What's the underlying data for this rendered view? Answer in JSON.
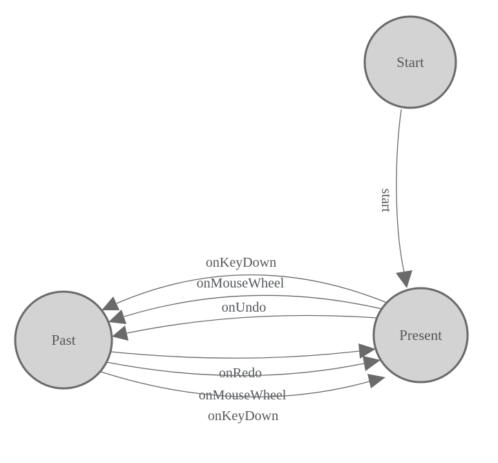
{
  "diagram": {
    "type": "state-machine",
    "background": "#ffffff",
    "colors": {
      "node_fill": "#d3d3d3",
      "node_border": "#6a6a6a",
      "edge": "#6a6a6a",
      "label_text": "#55585c"
    },
    "nodes": [
      {
        "id": "start",
        "label": "Start"
      },
      {
        "id": "present",
        "label": "Present"
      },
      {
        "id": "past",
        "label": "Past"
      }
    ],
    "edges": [
      {
        "from": "Start",
        "to": "Present",
        "label": "start"
      },
      {
        "from": "Present",
        "to": "Past",
        "label": "onKeyDown"
      },
      {
        "from": "Present",
        "to": "Past",
        "label": "onMouseWheel"
      },
      {
        "from": "Present",
        "to": "Past",
        "label": "onUndo"
      },
      {
        "from": "Past",
        "to": "Present",
        "label": "onRedo"
      },
      {
        "from": "Past",
        "to": "Present",
        "label": "onMouseWheel"
      },
      {
        "from": "Past",
        "to": "Present",
        "label": "onKeyDown"
      }
    ]
  }
}
